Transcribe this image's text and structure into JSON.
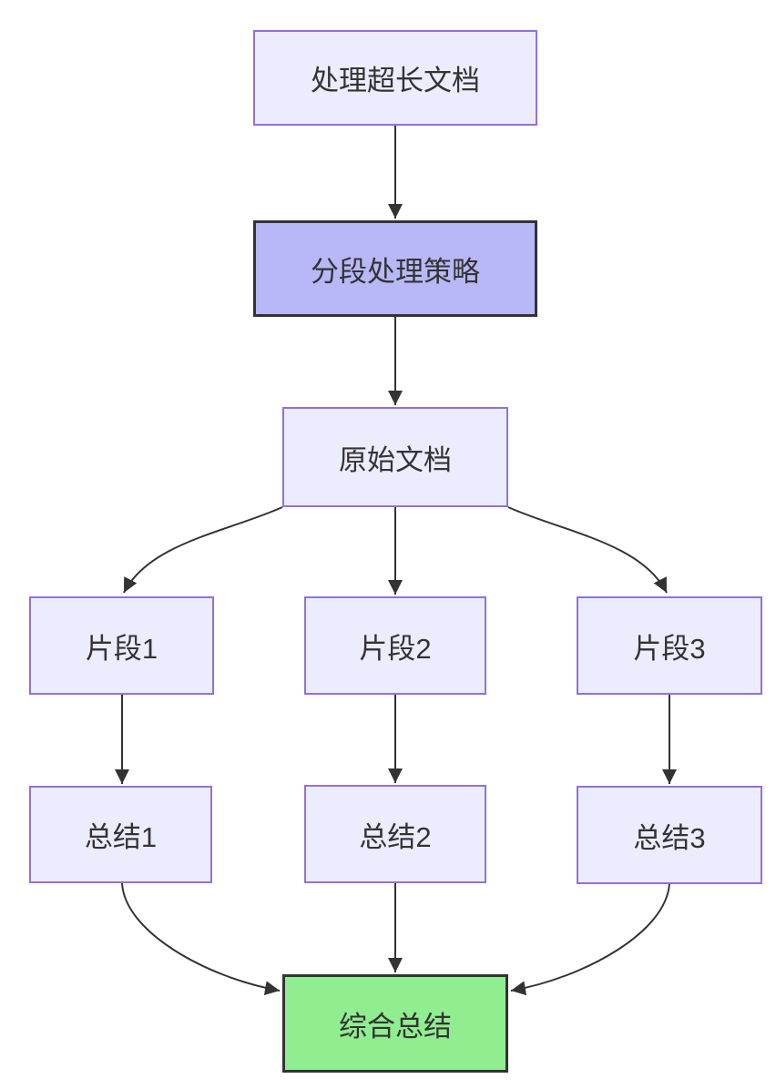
{
  "diagram": {
    "type": "flowchart",
    "direction": "top-down",
    "nodes": [
      {
        "id": "A",
        "label": "处理超长文档",
        "style": "default"
      },
      {
        "id": "B",
        "label": "分段处理策略",
        "style": "emphasis"
      },
      {
        "id": "C",
        "label": "原始文档",
        "style": "default"
      },
      {
        "id": "D1",
        "label": "片段1",
        "style": "default"
      },
      {
        "id": "D2",
        "label": "片段2",
        "style": "default"
      },
      {
        "id": "D3",
        "label": "片段3",
        "style": "default"
      },
      {
        "id": "E1",
        "label": "总结1",
        "style": "default"
      },
      {
        "id": "E2",
        "label": "总结2",
        "style": "default"
      },
      {
        "id": "E3",
        "label": "总结3",
        "style": "default"
      },
      {
        "id": "F",
        "label": "综合总结",
        "style": "success"
      }
    ],
    "edges": [
      {
        "from": "A",
        "to": "B"
      },
      {
        "from": "B",
        "to": "C"
      },
      {
        "from": "C",
        "to": "D1"
      },
      {
        "from": "C",
        "to": "D2"
      },
      {
        "from": "C",
        "to": "D3"
      },
      {
        "from": "D1",
        "to": "E1"
      },
      {
        "from": "D2",
        "to": "E2"
      },
      {
        "from": "D3",
        "to": "E3"
      },
      {
        "from": "E1",
        "to": "F"
      },
      {
        "from": "E2",
        "to": "F"
      },
      {
        "from": "E3",
        "to": "F"
      }
    ],
    "colors": {
      "node_fill": "#ECECFF",
      "node_border": "#9370DB",
      "emphasis_fill": "#B8B8F8",
      "emphasis_border": "#333333",
      "success_fill": "#90EE90",
      "success_border": "#333333",
      "edge": "#333333",
      "text": "#333333",
      "background": "#FFFFFF"
    }
  }
}
